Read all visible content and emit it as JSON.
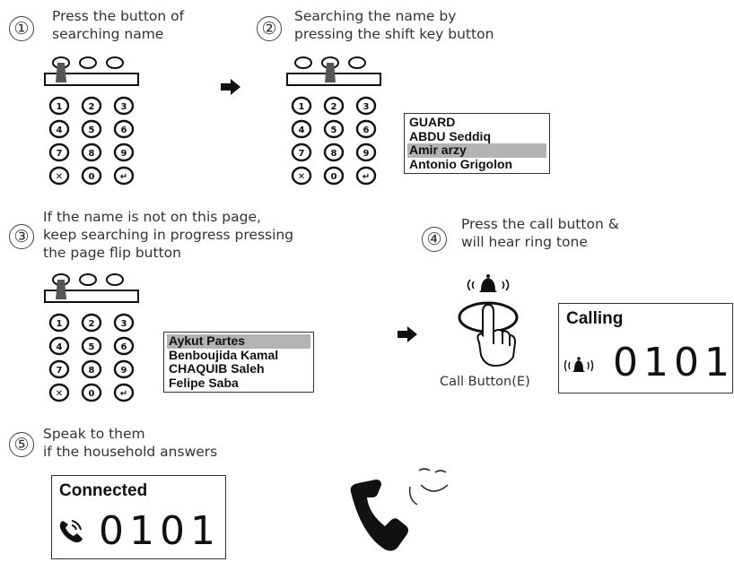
{
  "steps": [
    {
      "num": "①",
      "lines": [
        "Press the button of",
        "searching name"
      ]
    },
    {
      "num": "②",
      "lines": [
        "Searching the name by",
        "pressing the shift key button"
      ]
    },
    {
      "num": "③",
      "lines": [
        "If the name is not on this page,",
        "keep searching in progress pressing",
        "the page flip button"
      ]
    },
    {
      "num": "④",
      "lines": [
        "Press the call button &",
        "will hear ring tone"
      ]
    },
    {
      "num": "⑤",
      "lines": [
        "Speak to them",
        "if the household answers"
      ]
    }
  ],
  "list_page1": {
    "items": [
      "GUARD",
      "ABDU Seddiq",
      "Amir arzy",
      "Antonio Grigolon"
    ],
    "selected_index": 2
  },
  "list_page2": {
    "items": [
      "Aykut Partes",
      "Benboujida Kamal",
      "CHAQUIB Saleh",
      "Felipe Saba"
    ],
    "selected_index": 0
  },
  "keypad": {
    "keys": [
      "1",
      "2",
      "3",
      "4",
      "5",
      "6",
      "7",
      "8",
      "9",
      "✕",
      "0",
      "↵"
    ]
  },
  "calling_screen": {
    "title": "Calling",
    "number": "0101",
    "icon": "ringing-bell-icon"
  },
  "connected_screen": {
    "title": "Connected",
    "number": "0101",
    "icon": "handset-talking-icon"
  },
  "call_button_label": "Call Button(E)",
  "icons": {
    "arrows": "right-arrow-icon",
    "handset": "phone-handset-icon"
  }
}
